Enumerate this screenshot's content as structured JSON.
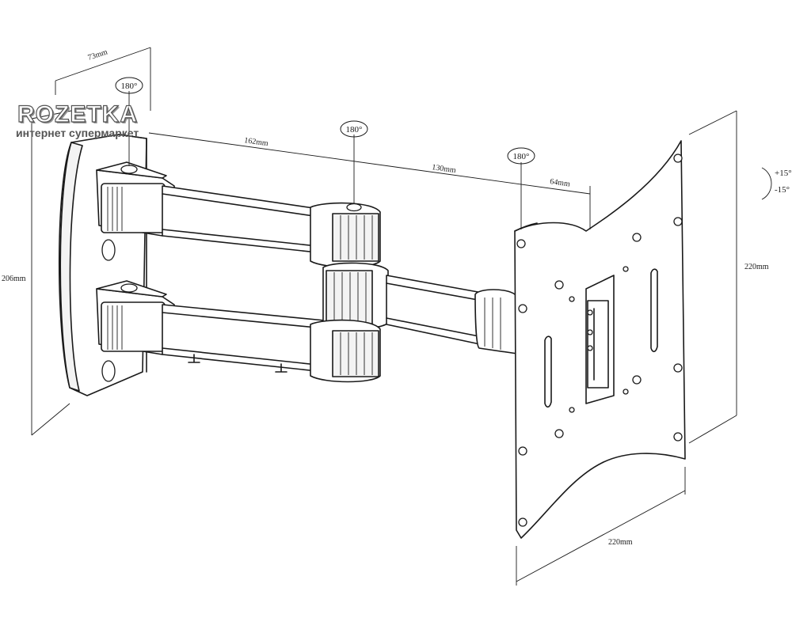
{
  "watermark": {
    "brand": "ROZETKA",
    "tagline": "интернет супермаркет"
  },
  "dimensions": {
    "bracket_depth": "73mm",
    "arm_length_1": "162mm",
    "arm_length_2": "130mm",
    "plate_offset": "64mm",
    "wall_plate_height": "206mm",
    "plate_height": "220mm",
    "plate_width": "220mm"
  },
  "rotations": {
    "wall_pivot": "180°",
    "middle_pivot": "180°",
    "plate_pivot": "180°",
    "tilt_up": "+15°",
    "tilt_down": "-15°"
  }
}
